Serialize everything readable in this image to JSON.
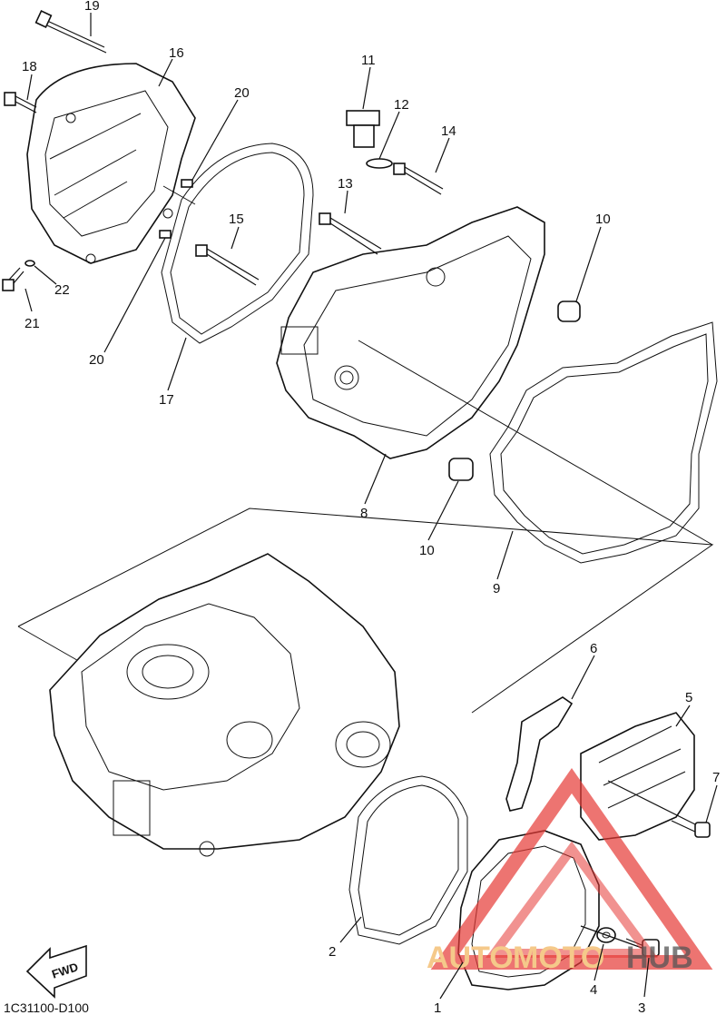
{
  "diagram": {
    "callouts": {
      "1": "1",
      "2": "2",
      "3": "3",
      "4": "4",
      "5": "5",
      "6": "6",
      "7": "7",
      "8": "8",
      "9": "9",
      "10a": "10",
      "10b": "10",
      "11": "11",
      "12": "12",
      "13": "13",
      "14": "14",
      "15": "15",
      "16": "16",
      "17": "17",
      "18": "18",
      "19": "19",
      "20a": "20",
      "20b": "20",
      "21": "21",
      "22": "22"
    },
    "fwd_label": "FWD",
    "diagram_code": "1C31100-D100"
  },
  "watermark": {
    "text_auto": "AUTO",
    "text_moto": "MOTO",
    "text_hub": "HUB",
    "colors": {
      "auto": "#f5c98a",
      "moto": "#f5c98a",
      "hub": "#555555",
      "triangle": "#e53935"
    }
  }
}
